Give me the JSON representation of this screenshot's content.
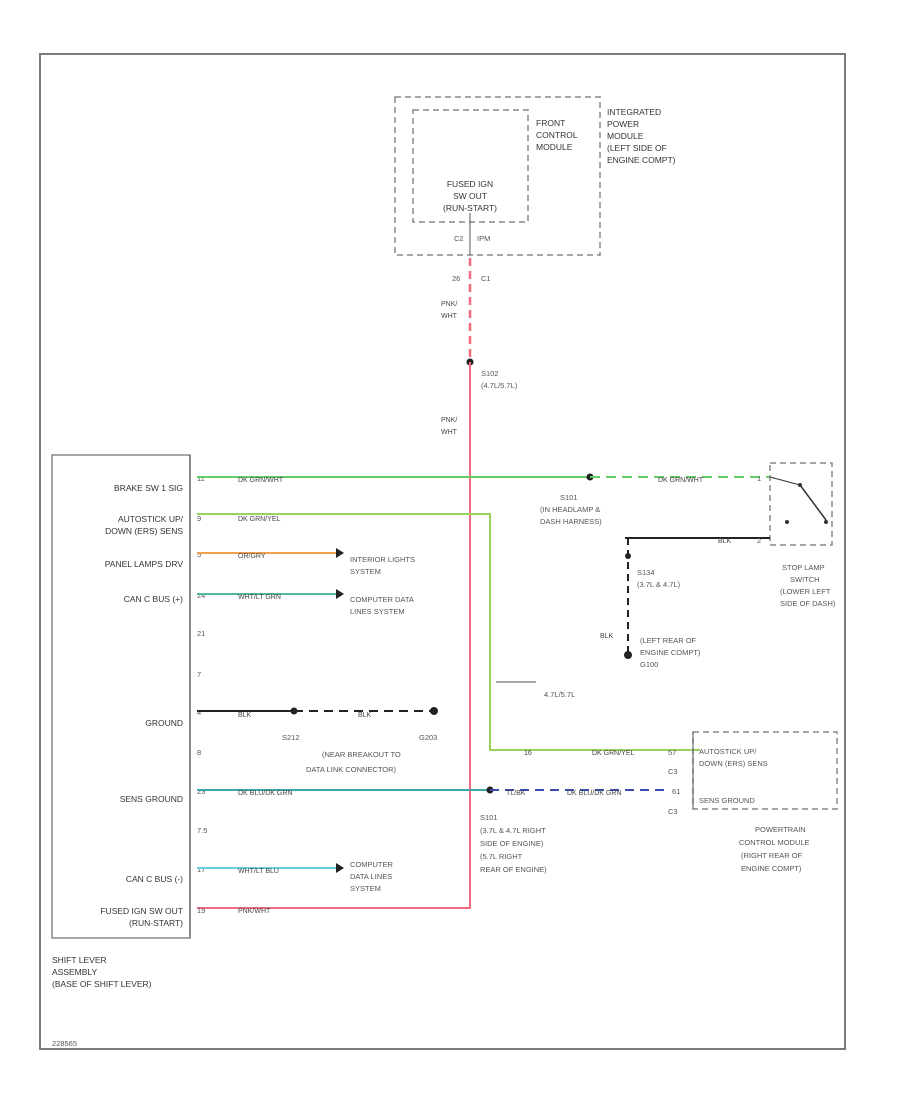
{
  "colors": {
    "frame": "#7a7a7a",
    "text": "#333333",
    "wire_pink": "#f06b7f",
    "wire_green": "#66cc66",
    "wire_lime": "#9bd25c",
    "wire_orange": "#f0a050",
    "wire_teal": "#55b8a0",
    "wire_teal_blue": "#3ea7a8",
    "wire_cyan": "#66d0e0",
    "wire_navy": "#3a4cb0",
    "wire_black": "#222222"
  },
  "ipm": {
    "title_lines": [
      "INTEGRATED",
      "POWER",
      "MODULE",
      "(LEFT SIDE OF",
      "ENGINE COMPT)"
    ],
    "fcm_lines": [
      "FRONT",
      "CONTROL",
      "MODULE"
    ],
    "fused_lines": [
      "FUSED IGN",
      "SW OUT",
      "(RUN-START)"
    ],
    "conn_a": "C2",
    "conn_b": "IPM",
    "pin_a": "26",
    "pin_b": "C1"
  },
  "wire_top": [
    "PNK/",
    "WHT"
  ],
  "wire_mid": [
    "PNK/",
    "WHT"
  ],
  "splice_s102": [
    "S102",
    "(4.7L/5.7L)"
  ],
  "shift_lever": {
    "pins": [
      {
        "label": "BRAKE SW 1 SIG",
        "pin": "11",
        "wire": "DK GRN/WHT"
      },
      {
        "label": "AUTOSTICK UP/",
        "label2": "DOWN (ERS) SENS",
        "pin": "9",
        "wire": "DK GRN/YEL"
      },
      {
        "label": "PANEL LAMPS DRV",
        "pin": "5",
        "wire": "OR/GRY"
      },
      {
        "label": "CAN C BUS (+)",
        "pin": "24",
        "wire": "WHT/LT GRN"
      },
      {
        "pin": "21"
      },
      {
        "pin": "7"
      },
      {
        "label": "GROUND",
        "pin": "4",
        "wire": "BLK"
      },
      {
        "pin": "8"
      },
      {
        "label": "SENS GROUND",
        "pin": "23",
        "wire": "DK BLU/DK GRN"
      },
      {
        "pin": "7.5"
      },
      {
        "label": "CAN C BUS (-)",
        "pin": "17",
        "wire": "WHT/LT BLU"
      },
      {
        "label": "FUSED IGN SW OUT",
        "label2": "(RUN-START)",
        "pin": "19",
        "wire": "PNK/WHT"
      }
    ],
    "caption_lines": [
      "SHIFT LEVER",
      "ASSEMBLY",
      "(BASE OF SHIFT LEVER)"
    ]
  },
  "interior_lights": [
    "INTERIOR LIGHTS",
    "SYSTEM"
  ],
  "computer_data_top": [
    "COMPUTER DATA",
    "LINES SYSTEM"
  ],
  "computer_data_bottom": [
    "COMPUTER",
    "DATA LINES",
    "SYSTEM"
  ],
  "ground_splice": {
    "splice": "S212",
    "wire2": "BLK",
    "ground": "G203",
    "note_lines": [
      "(NEAR BREAKOUT TO",
      "DATA LINK CONNECTOR)"
    ]
  },
  "splice_s101_top": {
    "wire_right": "DK GRN/WHT",
    "pin": "1",
    "lines": [
      "S101",
      "(IN HEADLAMP &",
      "DASH HARNESS)"
    ]
  },
  "stop_lamp": {
    "wire": "BLK",
    "pin": "2",
    "lines": [
      "STOP LAMP",
      "SWITCH",
      "(LOWER LEFT",
      "SIDE OF DASH)"
    ]
  },
  "splice_s134": {
    "lines": [
      "S134",
      "(3.7L & 4.7L)"
    ],
    "wire": "BLK"
  },
  "ground_g100": {
    "lines": [
      "(LEFT REAR OF",
      "ENGINE COMPT)",
      "G100"
    ]
  },
  "alt_path": "4.7L/5.7L",
  "pcm": {
    "pin_a": "16",
    "wire_a": "DK GRN/YEL",
    "pin_a2": "57",
    "conn_a": "C3",
    "label_a_lines": [
      "AUTOSTICK UP/",
      "DOWN (ERS) SENS"
    ],
    "wire_b": "DK BLU/DK GRN",
    "wire_b_left": "TL/BK",
    "pin_b": "61",
    "conn_b": "C3",
    "label_b": "SENS GROUND",
    "caption_lines": [
      "POWERTRAIN",
      "CONTROL MODULE",
      "(RIGHT REAR OF",
      "ENGINE COMPT)"
    ]
  },
  "splice_s101_bottom": {
    "lines": [
      "S101",
      "(3.7L & 4.7L RIGHT",
      "SIDE OF ENGINE)",
      "(5.7L RIGHT",
      "REAR OF ENGINE)"
    ]
  },
  "figure_id": "228565"
}
